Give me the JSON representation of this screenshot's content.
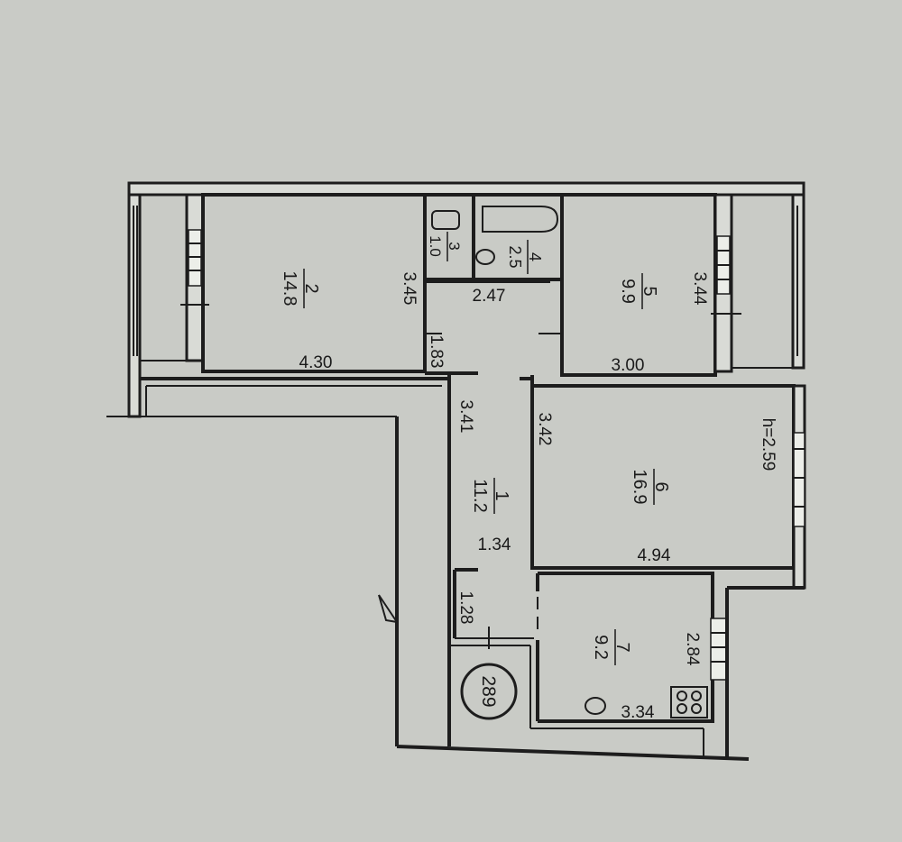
{
  "rooms": [
    {
      "id": "1",
      "area": "11.2"
    },
    {
      "id": "2",
      "area": "14.8"
    },
    {
      "id": "3",
      "area": "1.0"
    },
    {
      "id": "4",
      "area": "2.5"
    },
    {
      "id": "5",
      "area": "9.9"
    },
    {
      "id": "6",
      "area": "16.9"
    },
    {
      "id": "7",
      "area": "9.2"
    }
  ],
  "dimensions": {
    "d_4_30": "4.30",
    "d_3_45": "3.45",
    "d_2_47": "2.47",
    "d_1_83": "1.83",
    "d_3_00": "3.00",
    "d_3_44": "3.44",
    "d_3_41": "3.41",
    "d_3_42": "3.42",
    "d_1_34": "1.34",
    "d_4_94": "4.94",
    "d_1_28": "1.28",
    "d_2_84": "2.84",
    "d_3_34": "3.34"
  },
  "ceiling_height": "h=2.59",
  "apartment_number": "289"
}
